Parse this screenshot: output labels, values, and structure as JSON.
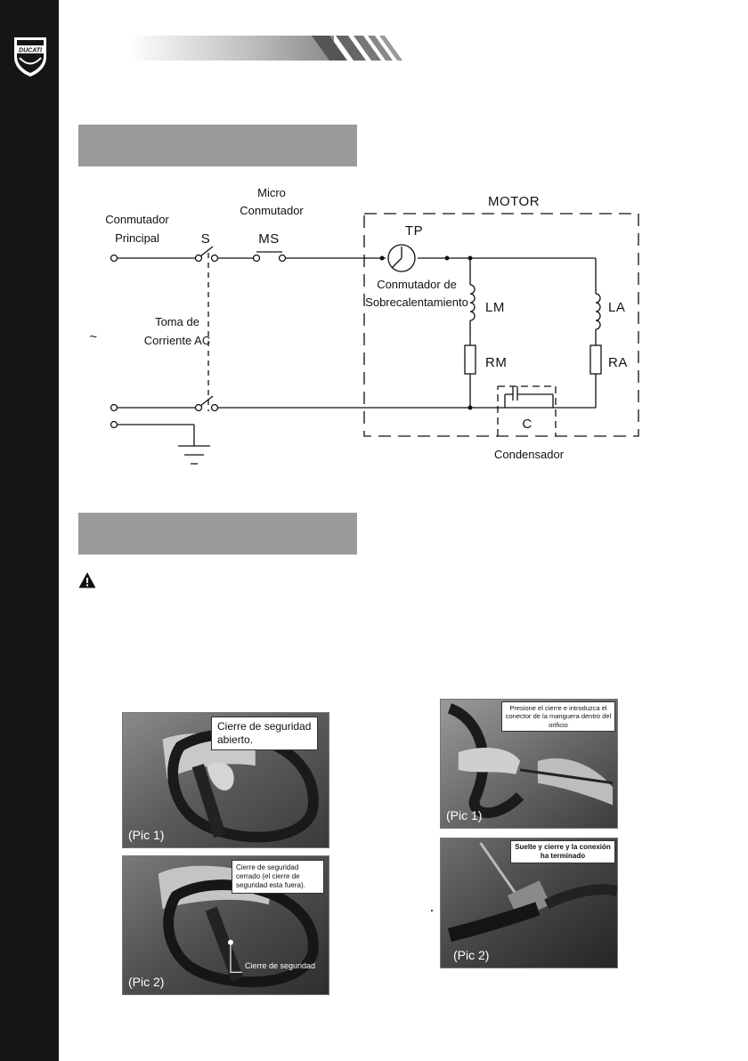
{
  "brand": {
    "logo_text": "DUCATI"
  },
  "diagram": {
    "main_switch_line1": "Conmutador",
    "main_switch_line2": "Principal",
    "switch_s": "S",
    "micro_line1": "Micro",
    "micro_line2": "Conmutador",
    "switch_ms": "MS",
    "outlet_line1": "Toma de",
    "outlet_line2": "Corriente AC",
    "ac_symbol": "~",
    "motor": "MOTOR",
    "tp": "TP",
    "overheat_line1": "Conmutador de",
    "overheat_line2": "Sobrecalentamiento",
    "lm": "LM",
    "la": "LA",
    "rm": "RM",
    "ra": "RA",
    "c": "C",
    "capacitor": "Condensador"
  },
  "photos": [
    {
      "callout": "Cierre de seguridad abierto.",
      "label": "(Pic 1)"
    },
    {
      "callout": "Cierre de seguridad cerrado (el cierre de seguridad esta fuera).",
      "extra": "Cierre de seguridad",
      "label": "(Pic 2)"
    },
    {
      "callout": "Presione el cierre e introduzca el conector de la manguera dentro del orificio",
      "label": "(Pic 1)"
    },
    {
      "callout": "Suelte y cierre y la conexión ha terminado",
      "label": "(Pic 2)"
    }
  ]
}
